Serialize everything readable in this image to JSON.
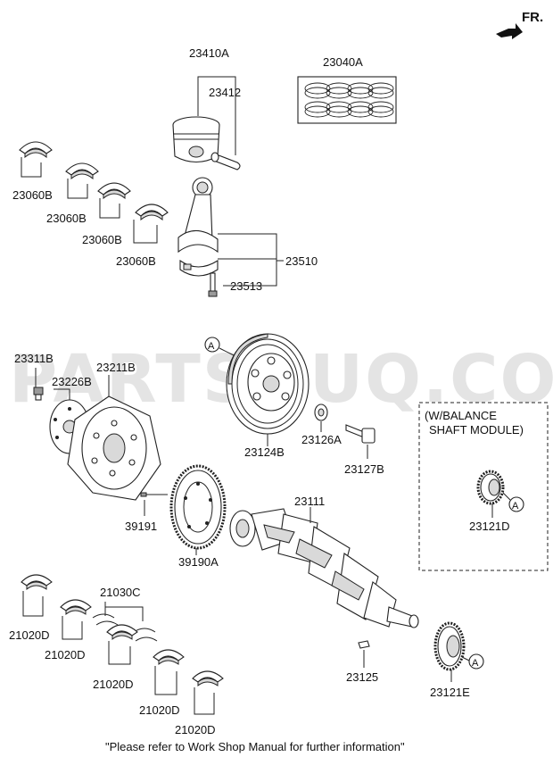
{
  "direction": {
    "label": "FR."
  },
  "watermark": "PARTSOUQ.COM",
  "footnote": "\"Please refer to Work Shop Manual for further information\"",
  "balance_box": {
    "line1": "(W/BALANCE",
    "line2": "SHAFT MODULE)"
  },
  "callout_letter": "A",
  "parts": {
    "p23410A": "23410A",
    "p23412": "23412",
    "p23040A": "23040A",
    "p23060B_1": "23060B",
    "p23060B_2": "23060B",
    "p23060B_3": "23060B",
    "p23060B_4": "23060B",
    "p23510": "23510",
    "p23513": "23513",
    "p23311B": "23311B",
    "p23211B": "23211B",
    "p23226B": "23226B",
    "p23124B": "23124B",
    "p23126A": "23126A",
    "p23127B": "23127B",
    "p23121D": "23121D",
    "p39191": "39191",
    "p39190A": "39190A",
    "p23111": "23111",
    "p21030C": "21030C",
    "p21020D_1": "21020D",
    "p21020D_2": "21020D",
    "p21020D_3": "21020D",
    "p21020D_4": "21020D",
    "p21020D_5": "21020D",
    "p23125": "23125",
    "p23121E": "23121E"
  }
}
